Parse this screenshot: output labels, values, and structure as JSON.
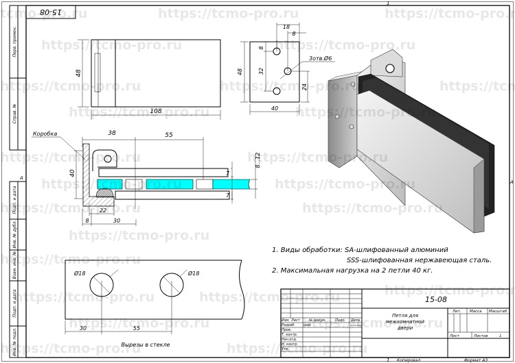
{
  "watermark": "https://tcmo-pro.ru",
  "watermark_short": "tcmo-pro.ru",
  "doc_code": "15-08",
  "zone_marks": {
    "top": "1",
    "side": "A"
  },
  "side_strip": [
    "Перв. примен.",
    "Справ. №",
    "Подп. и дата",
    "Инв. № дубл.",
    "Взам. инв. №",
    "Подп. и дата",
    "Инв. № подл."
  ],
  "views": {
    "top_left": {
      "length": "108",
      "height": "48"
    },
    "top_right": {
      "w18": "18",
      "w8": "8",
      "h48": "48",
      "h8": "8",
      "h32": "32",
      "h24": "24",
      "w40": "40",
      "holes": "3отв.Ø6"
    },
    "section": {
      "leader": "Коробка",
      "d38": "38",
      "d55": "55",
      "d40": "40",
      "d7a": "7",
      "d7b": "7",
      "glass": "8...12",
      "d22": "22",
      "d8": "8",
      "d30": "30"
    },
    "cutouts": {
      "dia1": "Ø18",
      "dia2": "Ø18",
      "d30": "30",
      "d55": "55",
      "caption": "Вырезы в стекле"
    }
  },
  "notes": [
    "1. Виды обработки: SA-шлифованный алюминий",
    "SSS-шлифованная нержавеющая сталь.",
    "2. Максимальная нагрузка на 2 петли 40 кг."
  ],
  "title_block": {
    "designation": "15-08",
    "name": [
      "Петля для",
      "межкомнатной",
      "двери"
    ],
    "headers": [
      "Изм.",
      "Лист",
      "№ докум.",
      "Подп.",
      "Дата"
    ],
    "roles": [
      "Разраб.",
      "Пров.",
      "Т. контр.",
      "Нач.отд.",
      "Н. контр.",
      "Утв."
    ],
    "developer": "user",
    "date": "21.10.2020",
    "lit": "Лит.",
    "mass": "Масса",
    "scale": "Масштаб",
    "sheet": "Лист",
    "sheets": "Листов",
    "sheets_count": "1",
    "copied": "Копировал",
    "copied_num": "1",
    "format": "Формат A3"
  },
  "colors": {
    "glass": "#00ffff",
    "body": "#c8c8c8"
  }
}
